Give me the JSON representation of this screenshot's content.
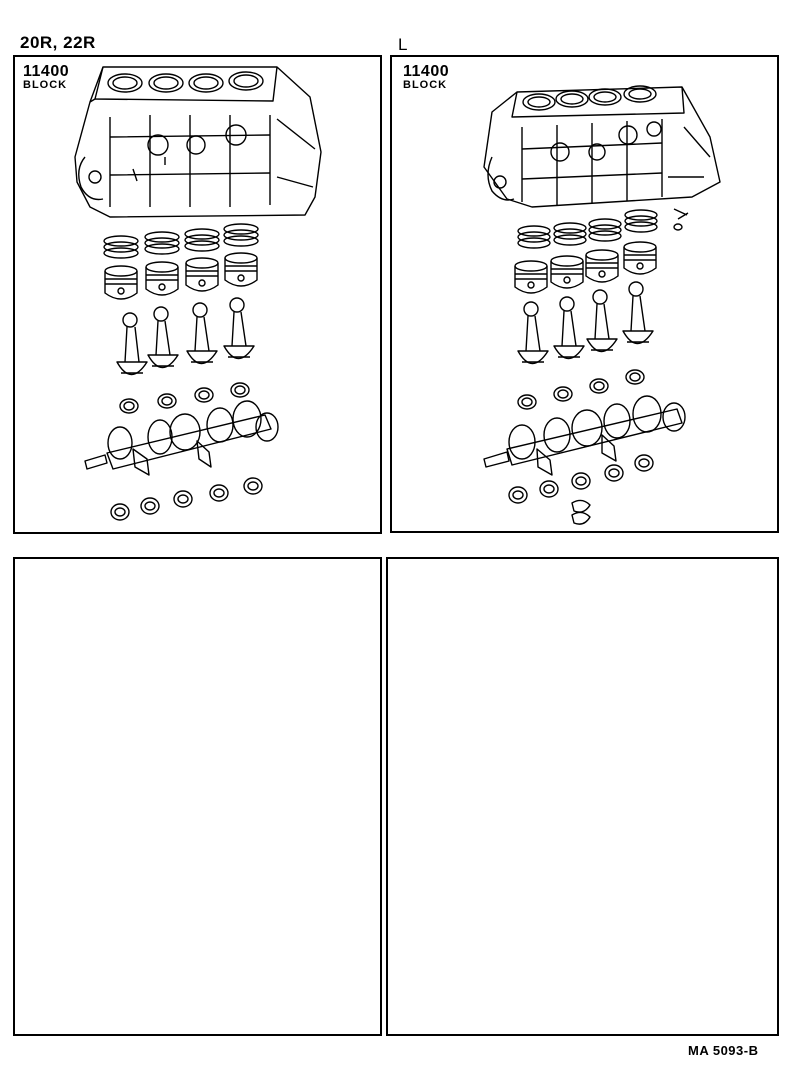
{
  "header": {
    "engine_codes": "20R, 22R",
    "variant": "L"
  },
  "panels": [
    {
      "part_number": "11400",
      "part_name": "BLOCK"
    },
    {
      "part_number": "11400",
      "part_name": "BLOCK"
    },
    {
      "part_number": "",
      "part_name": ""
    },
    {
      "part_number": "",
      "part_name": ""
    }
  ],
  "footer": {
    "drawing_code": "MA  5093-B"
  },
  "icons": [
    "engine-block-illustration",
    "piston-ring-set-icon",
    "piston-icon",
    "connecting-rod-icon",
    "bearing-shell-icon",
    "crankshaft-icon"
  ]
}
